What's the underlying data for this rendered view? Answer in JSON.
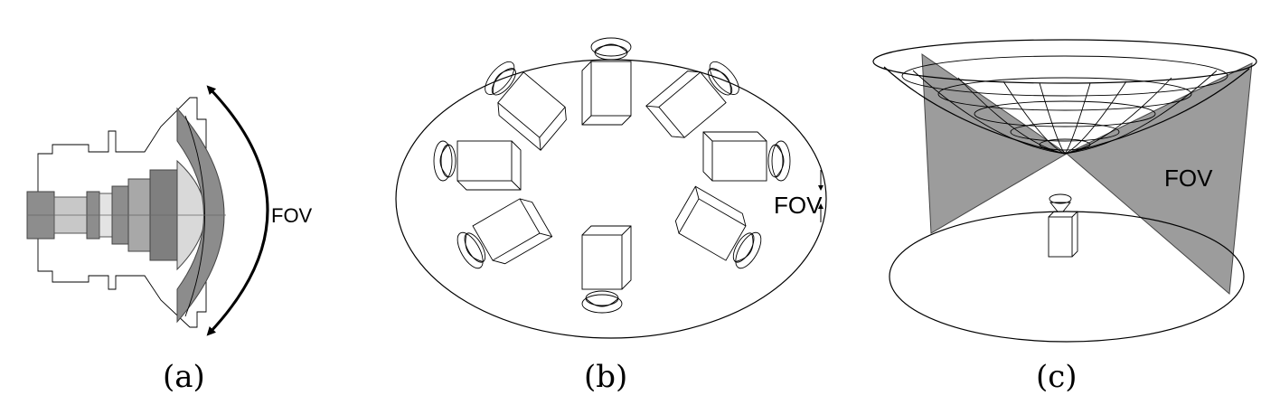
{
  "panels": [
    {
      "caption": "(a)",
      "fov_label": "FOV",
      "icon": "fisheye-lens-cross-section"
    },
    {
      "caption": "(b)",
      "fov_label": "FOV",
      "icon": "camera-ring-rig"
    },
    {
      "caption": "(c)",
      "fov_label": "FOV",
      "icon": "catadioptric-mirror-camera"
    }
  ]
}
